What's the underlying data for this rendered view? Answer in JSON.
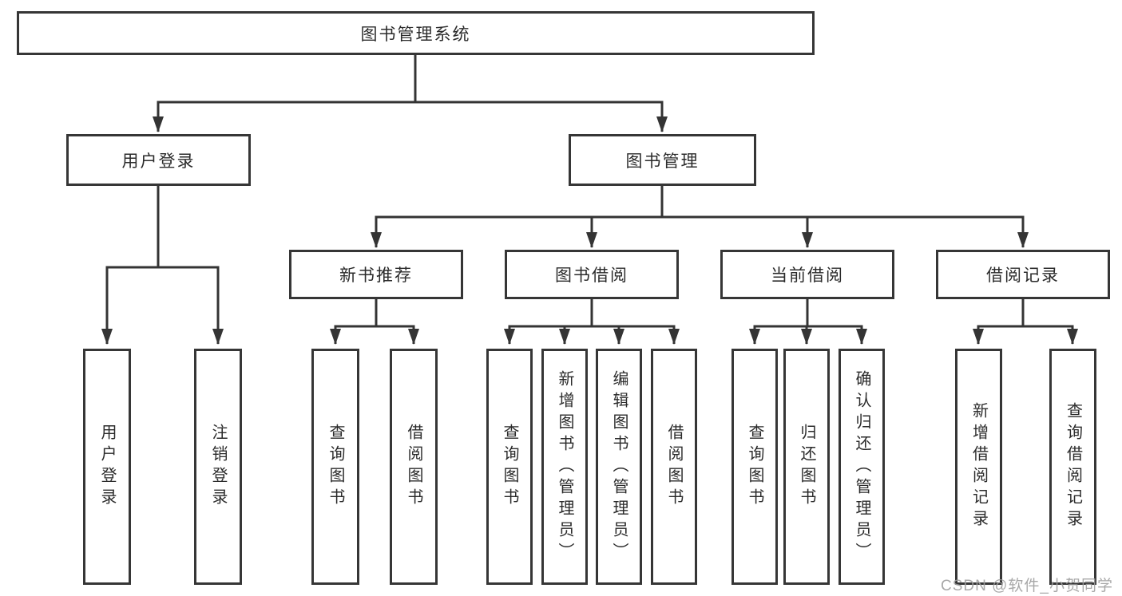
{
  "tree": {
    "root": "图书管理系统",
    "branches": [
      {
        "label": "用户登录",
        "children": [
          "用户登录",
          "注销登录"
        ]
      },
      {
        "label": "图书管理",
        "groups": [
          {
            "label": "新书推荐",
            "children": [
              "查询图书",
              "借阅图书"
            ]
          },
          {
            "label": "图书借阅",
            "children": [
              "查询图书",
              "新增图书（管理员）",
              "编辑图书（管理员）",
              "借阅图书"
            ]
          },
          {
            "label": "当前借阅",
            "children": [
              "查询图书",
              "归还图书",
              "确认归还（管理员）"
            ]
          },
          {
            "label": "借阅记录",
            "children": [
              "新增借阅记录",
              "查询借阅记录"
            ]
          }
        ]
      }
    ]
  },
  "watermark": "CSDN @软件_小贺同学",
  "colors": {
    "line": "#343434",
    "box_border": "#363636",
    "text": "#2b2b2b",
    "watermark": "#9f9f9f",
    "background": "#ffffff"
  }
}
